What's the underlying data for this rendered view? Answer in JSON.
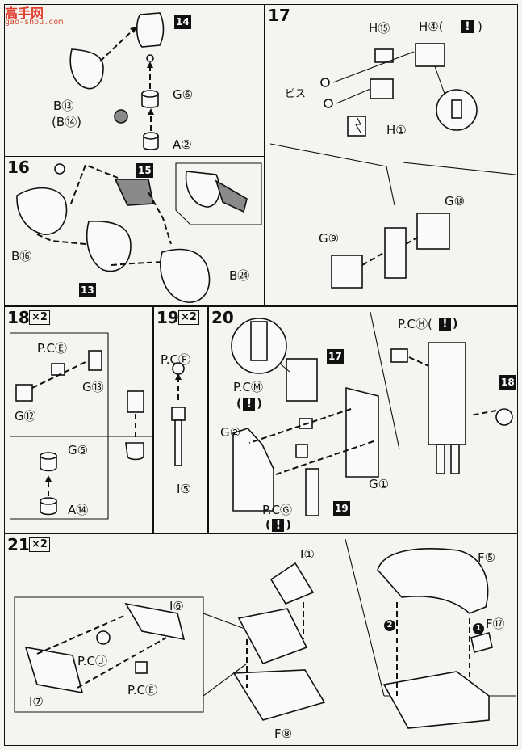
{
  "watermark": {
    "logo_text": "高手网",
    "url": "gao-shou.com"
  },
  "steps": [
    {
      "number": "",
      "parts": {
        "b13": "B⑬",
        "b14": "(B⑭)",
        "g6": "G⑥",
        "a2": "A②"
      },
      "ref": "14"
    },
    {
      "number": "17",
      "parts": {
        "h15": "H⑮",
        "h4": "H④(",
        "h4_close": ")",
        "screw": "ビス",
        "h1": "H①",
        "g10": "G⑩",
        "g9": "G⑨"
      }
    },
    {
      "number": "16",
      "parts": {
        "b16": "B⑯",
        "b24": "B㉔"
      },
      "refs": {
        "r15": "15",
        "r13": "13"
      }
    },
    {
      "number": "18",
      "multiplier": "×2",
      "parts": {
        "pce": "P.CⒺ",
        "g13": "G⑬",
        "g12": "G⑫",
        "g5": "G⑤",
        "a14": "A⑭"
      }
    },
    {
      "number": "19",
      "multiplier": "×2",
      "parts": {
        "pcf": "P.CⒻ",
        "i5": "I⑤"
      }
    },
    {
      "number": "20",
      "parts": {
        "pcm": "P.CⓂ",
        "g2": "G②",
        "g1": "G①",
        "pcg": "P.CⒼ",
        "pch": "P.CⒽ("
      },
      "refs": {
        "r17": "17",
        "r18": "18",
        "r19": "19"
      }
    },
    {
      "number": "21",
      "multiplier": "×2",
      "parts": {
        "i1": "I①",
        "i6": "I⑥",
        "i7": "I⑦",
        "pcj": "P.CⒿ",
        "pce": "P.CⒺ",
        "f8": "F⑧",
        "f5": "F⑤",
        "f17": "F⑰"
      },
      "order": {
        "first": "1",
        "second": "2"
      }
    }
  ],
  "warning_mark": "!"
}
